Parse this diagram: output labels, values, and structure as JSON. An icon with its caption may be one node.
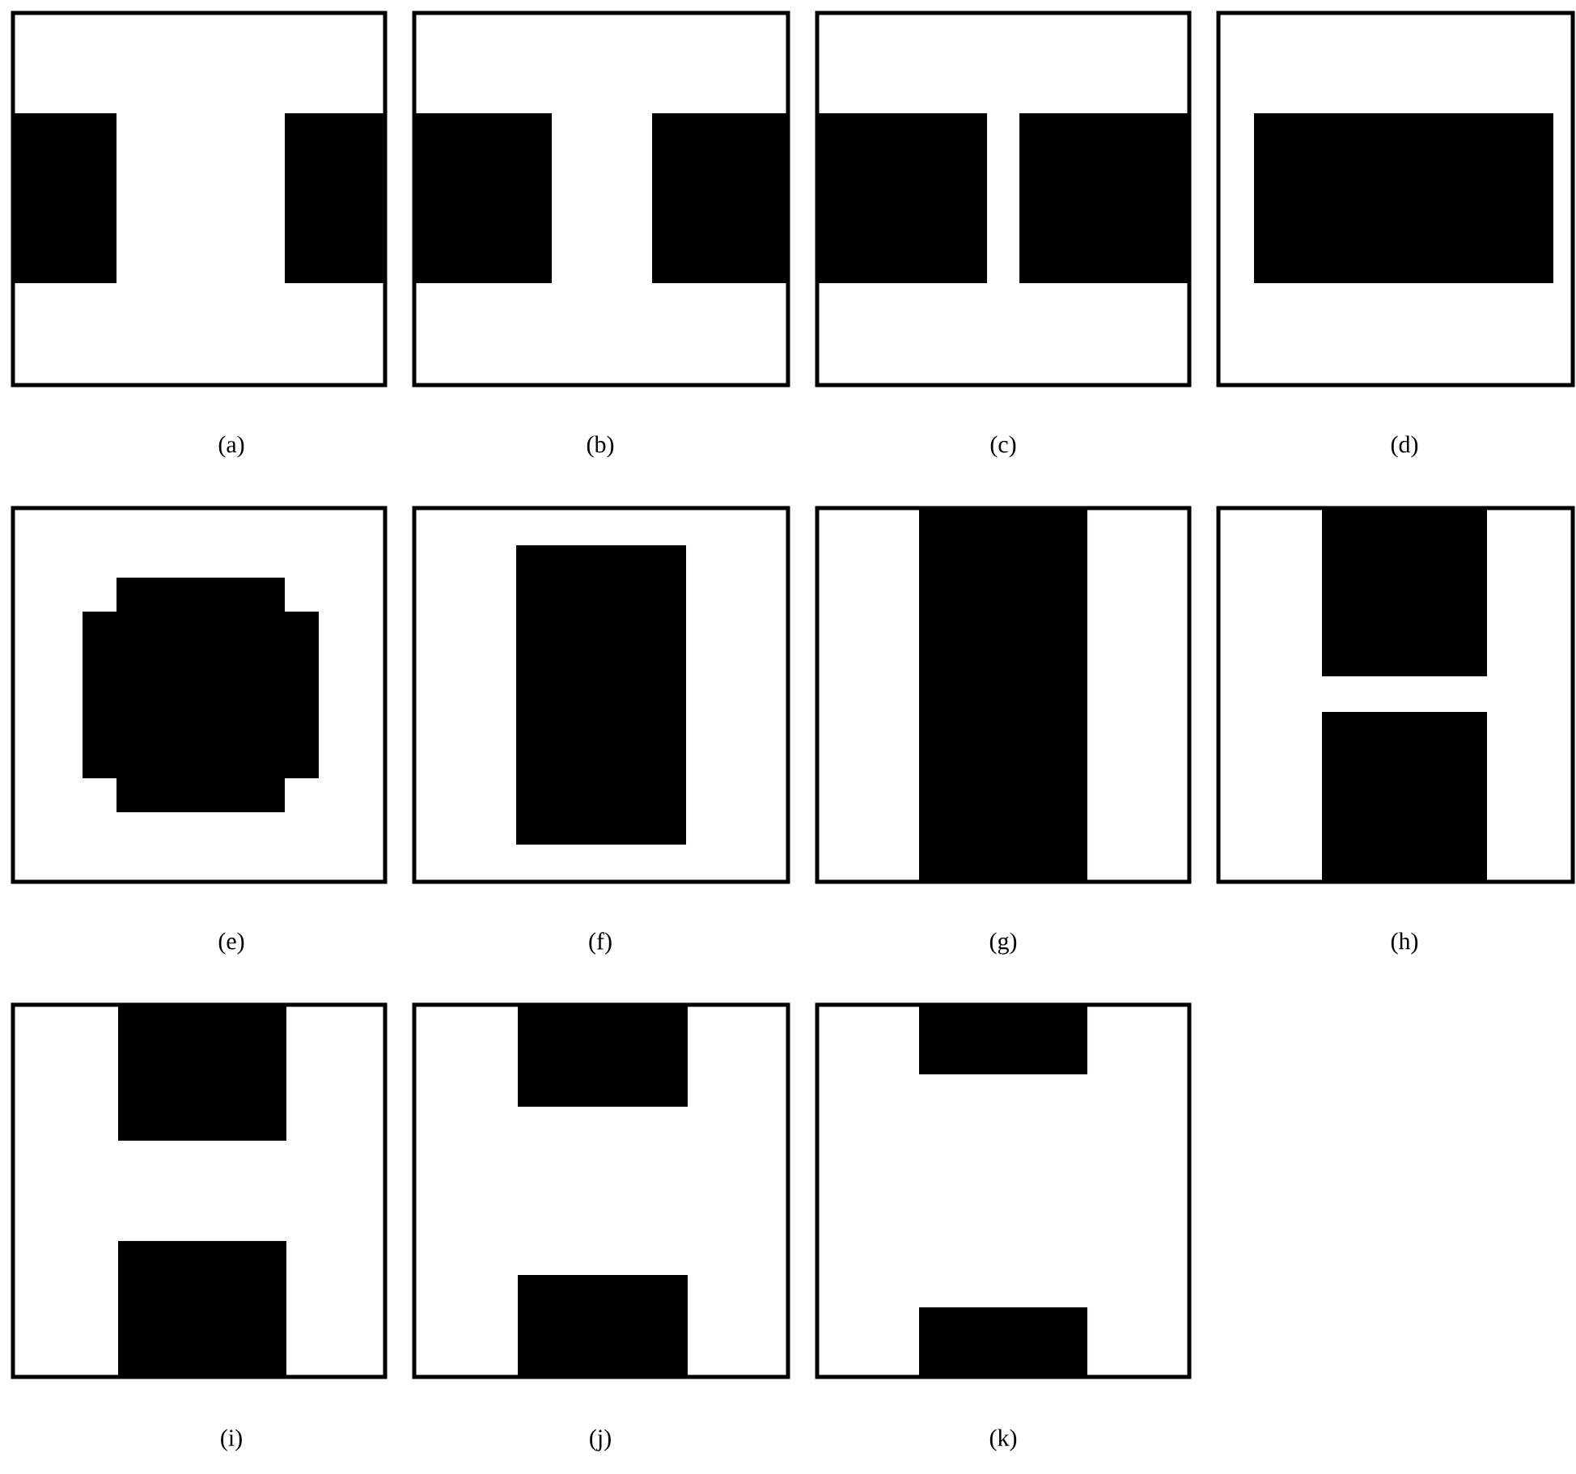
{
  "diagram": {
    "nodes": [
      {
        "text": [],
        "shape": "box",
        "beside": [
          "(a)"
        ]
      },
      {
        "text": [],
        "shape": "box",
        "beside": [
          "(b)"
        ]
      },
      {
        "text": [],
        "shape": "box",
        "beside": [
          "(c)"
        ]
      },
      {
        "text": [],
        "shape": "box",
        "beside": [
          "(d)"
        ]
      },
      {
        "text": [],
        "shape": "box",
        "beside": [
          "(e)"
        ]
      },
      {
        "text": [],
        "shape": "box",
        "beside": [
          "(f)"
        ]
      },
      {
        "text": [],
        "shape": "box",
        "beside": [
          "(g)"
        ]
      },
      {
        "text": [],
        "shape": "box",
        "beside": [
          "(h)"
        ]
      },
      {
        "text": [],
        "shape": "box",
        "beside": [
          "(i)"
        ]
      },
      {
        "text": [],
        "shape": "box",
        "beside": [
          "(j)"
        ]
      },
      {
        "text": [],
        "shape": "box",
        "beside": [
          "(k)"
        ]
      }
    ]
  }
}
